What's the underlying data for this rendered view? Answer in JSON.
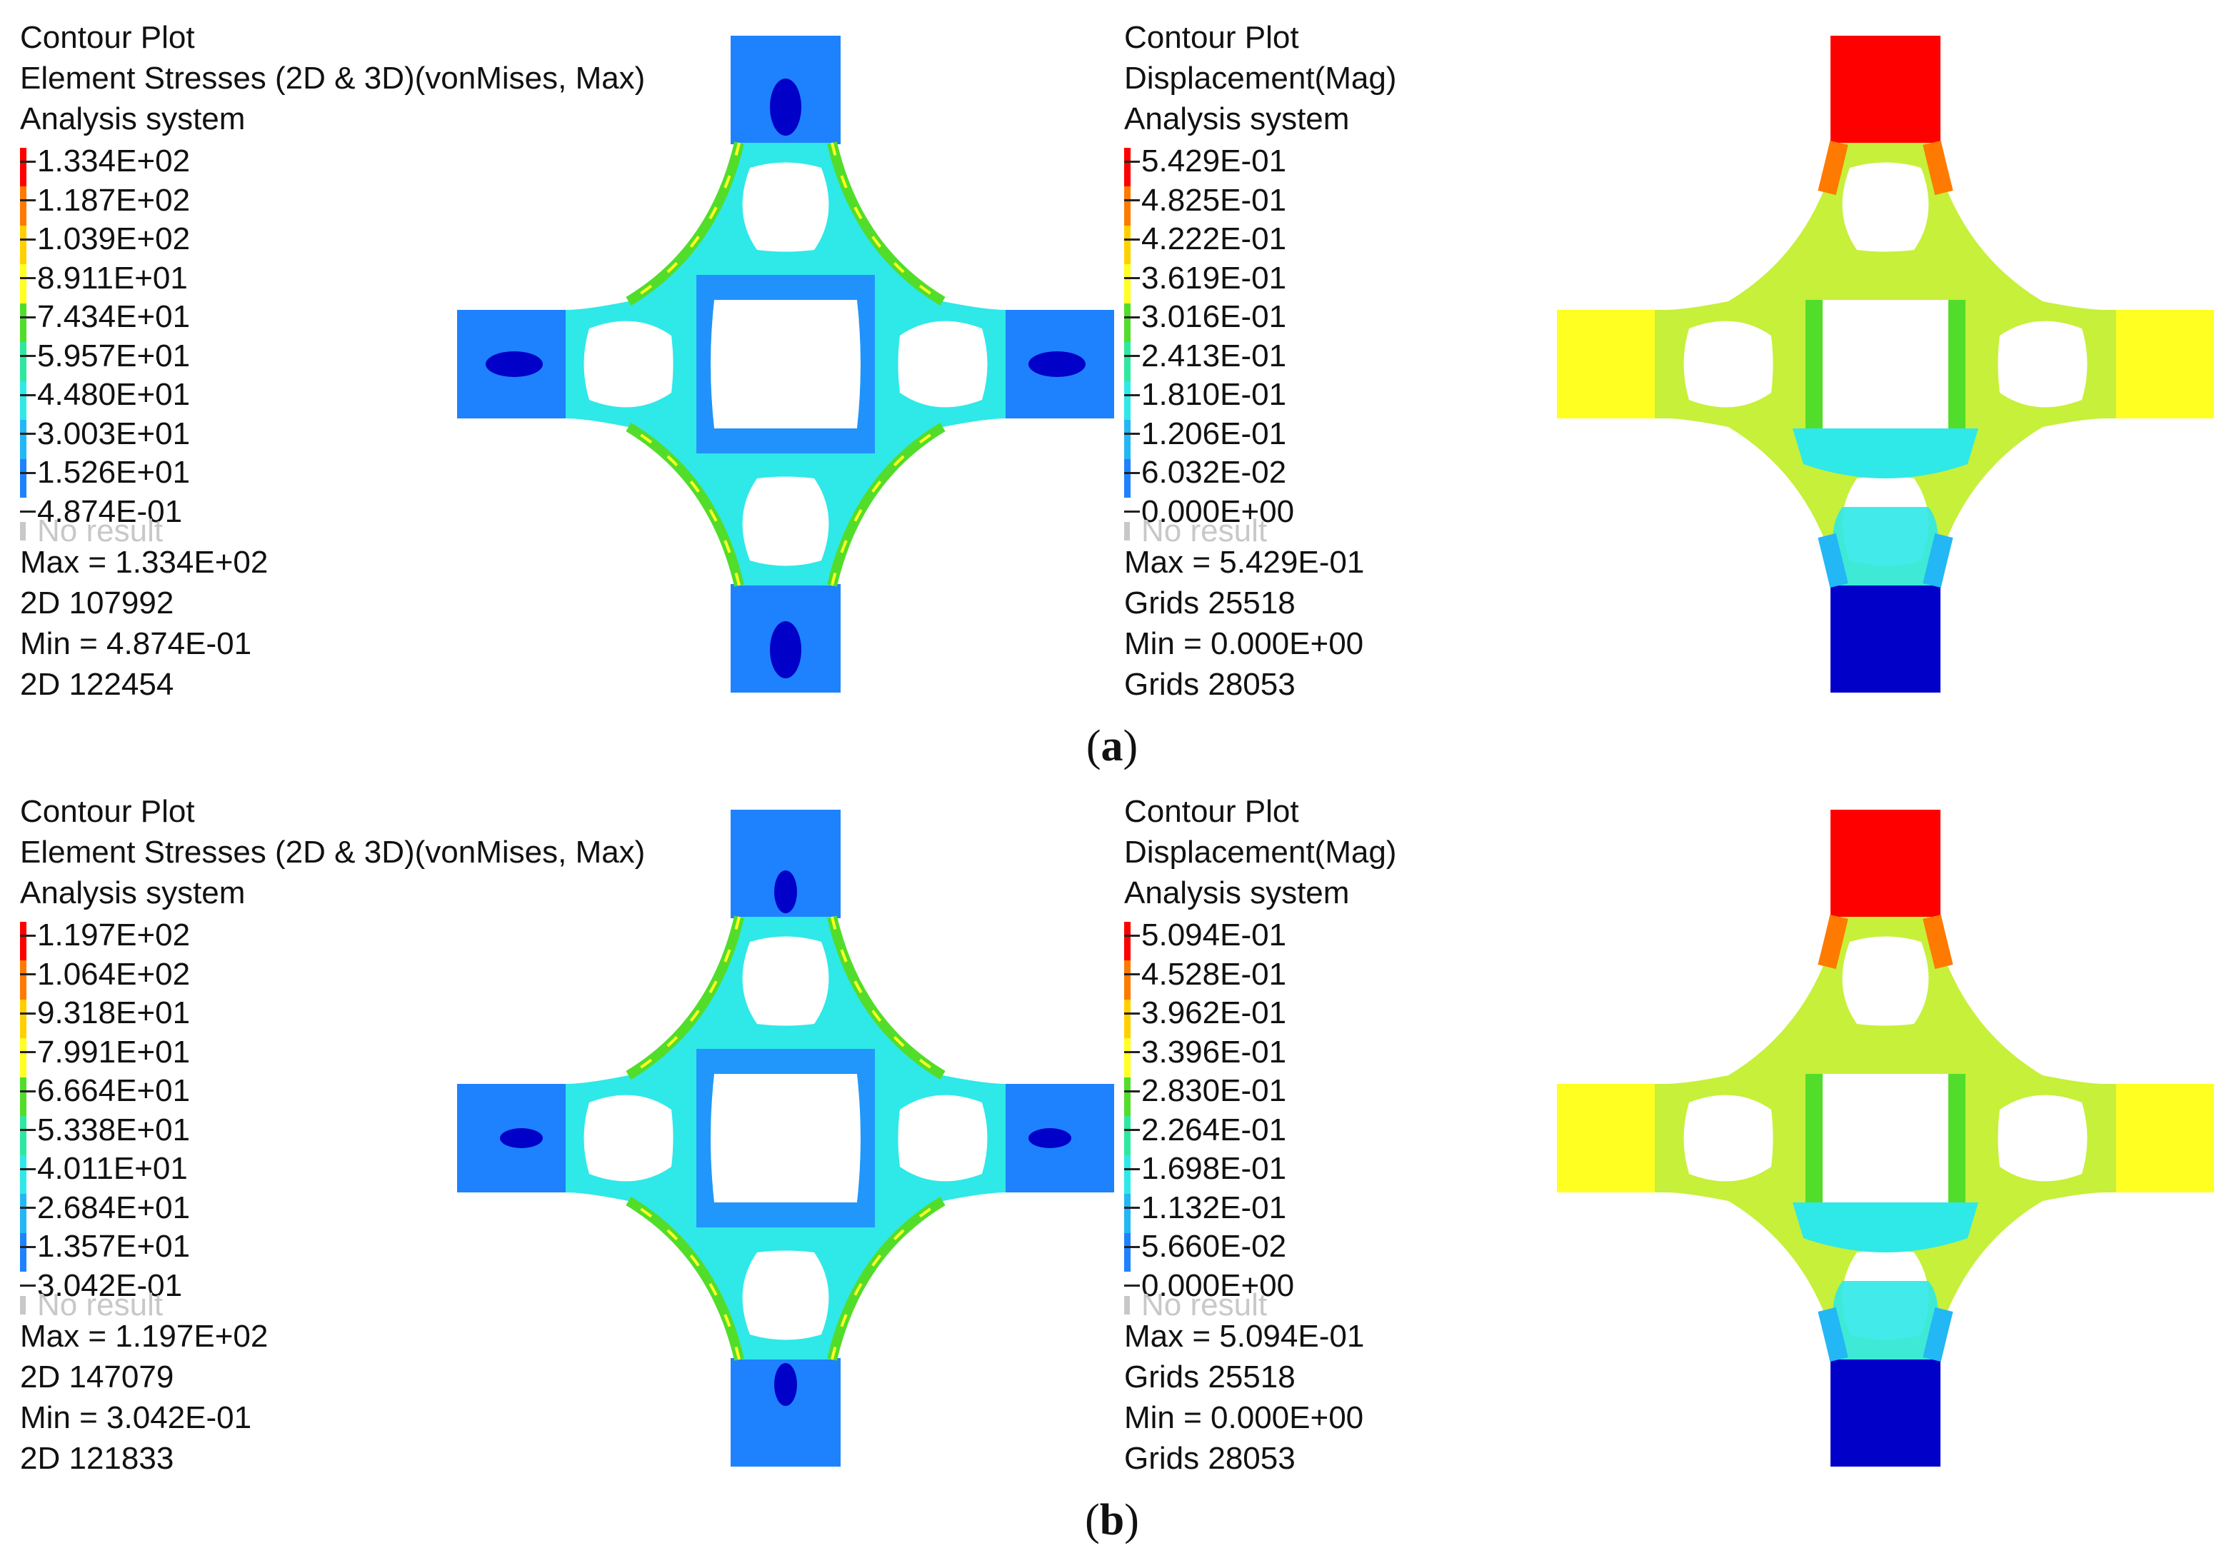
{
  "colors": {
    "red": "#ff0000",
    "orange": "#ff7a00",
    "yellow": "#ffff22",
    "yellow_green": "#c6f03a",
    "green": "#52dd2a",
    "cyan": "#2fe8e8",
    "light_blue": "#23b7f5",
    "blue": "#1e82ff",
    "dark_blue": "#0000c8",
    "no_result": "#c8c8c8"
  },
  "panels": [
    {
      "label": "a",
      "stress": {
        "title": "Contour Plot",
        "subtitle": "Element Stresses (2D & 3D)(vonMises, Max)",
        "system": "Analysis system",
        "scale": [
          "1.334E+02",
          "1.187E+02",
          "1.039E+02",
          "8.911E+01",
          "7.434E+01",
          "5.957E+01",
          "4.480E+01",
          "3.003E+01",
          "1.526E+01",
          "4.874E-01"
        ],
        "no_result": "No result",
        "max_line": "Max = 1.334E+02",
        "max_id": "2D 107992",
        "min_line": "Min = 4.874E-01",
        "min_id": "2D 122454"
      },
      "displacement": {
        "title": "Contour Plot",
        "subtitle": "Displacement(Mag)",
        "system": "Analysis system",
        "scale": [
          "5.429E-01",
          "4.825E-01",
          "4.222E-01",
          "3.619E-01",
          "3.016E-01",
          "2.413E-01",
          "1.810E-01",
          "1.206E-01",
          "6.032E-02",
          "0.000E+00"
        ],
        "no_result": "No result",
        "max_line": "Max = 5.429E-01",
        "max_id": "Grids 25518",
        "min_line": "Min = 0.000E+00",
        "min_id": "Grids 28053"
      }
    },
    {
      "label": "b",
      "stress": {
        "title": "Contour Plot",
        "subtitle": "Element Stresses (2D & 3D)(vonMises, Max)",
        "system": "Analysis system",
        "scale": [
          "1.197E+02",
          "1.064E+02",
          "9.318E+01",
          "7.991E+01",
          "6.664E+01",
          "5.338E+01",
          "4.011E+01",
          "2.684E+01",
          "1.357E+01",
          "3.042E-01"
        ],
        "no_result": "No result",
        "max_line": "Max = 1.197E+02",
        "max_id": "2D 147079",
        "min_line": "Min = 3.042E-01",
        "min_id": "2D 121833"
      },
      "displacement": {
        "title": "Contour Plot",
        "subtitle": "Displacement(Mag)",
        "system": "Analysis system",
        "scale": [
          "5.094E-01",
          "4.528E-01",
          "3.962E-01",
          "3.396E-01",
          "2.830E-01",
          "2.264E-01",
          "1.698E-01",
          "1.132E-01",
          "5.660E-02",
          "0.000E+00"
        ],
        "no_result": "No result",
        "max_line": "Max = 5.094E-01",
        "max_id": "Grids 25518",
        "min_line": "Min = 0.000E+00",
        "min_id": "Grids 28053"
      }
    }
  ]
}
